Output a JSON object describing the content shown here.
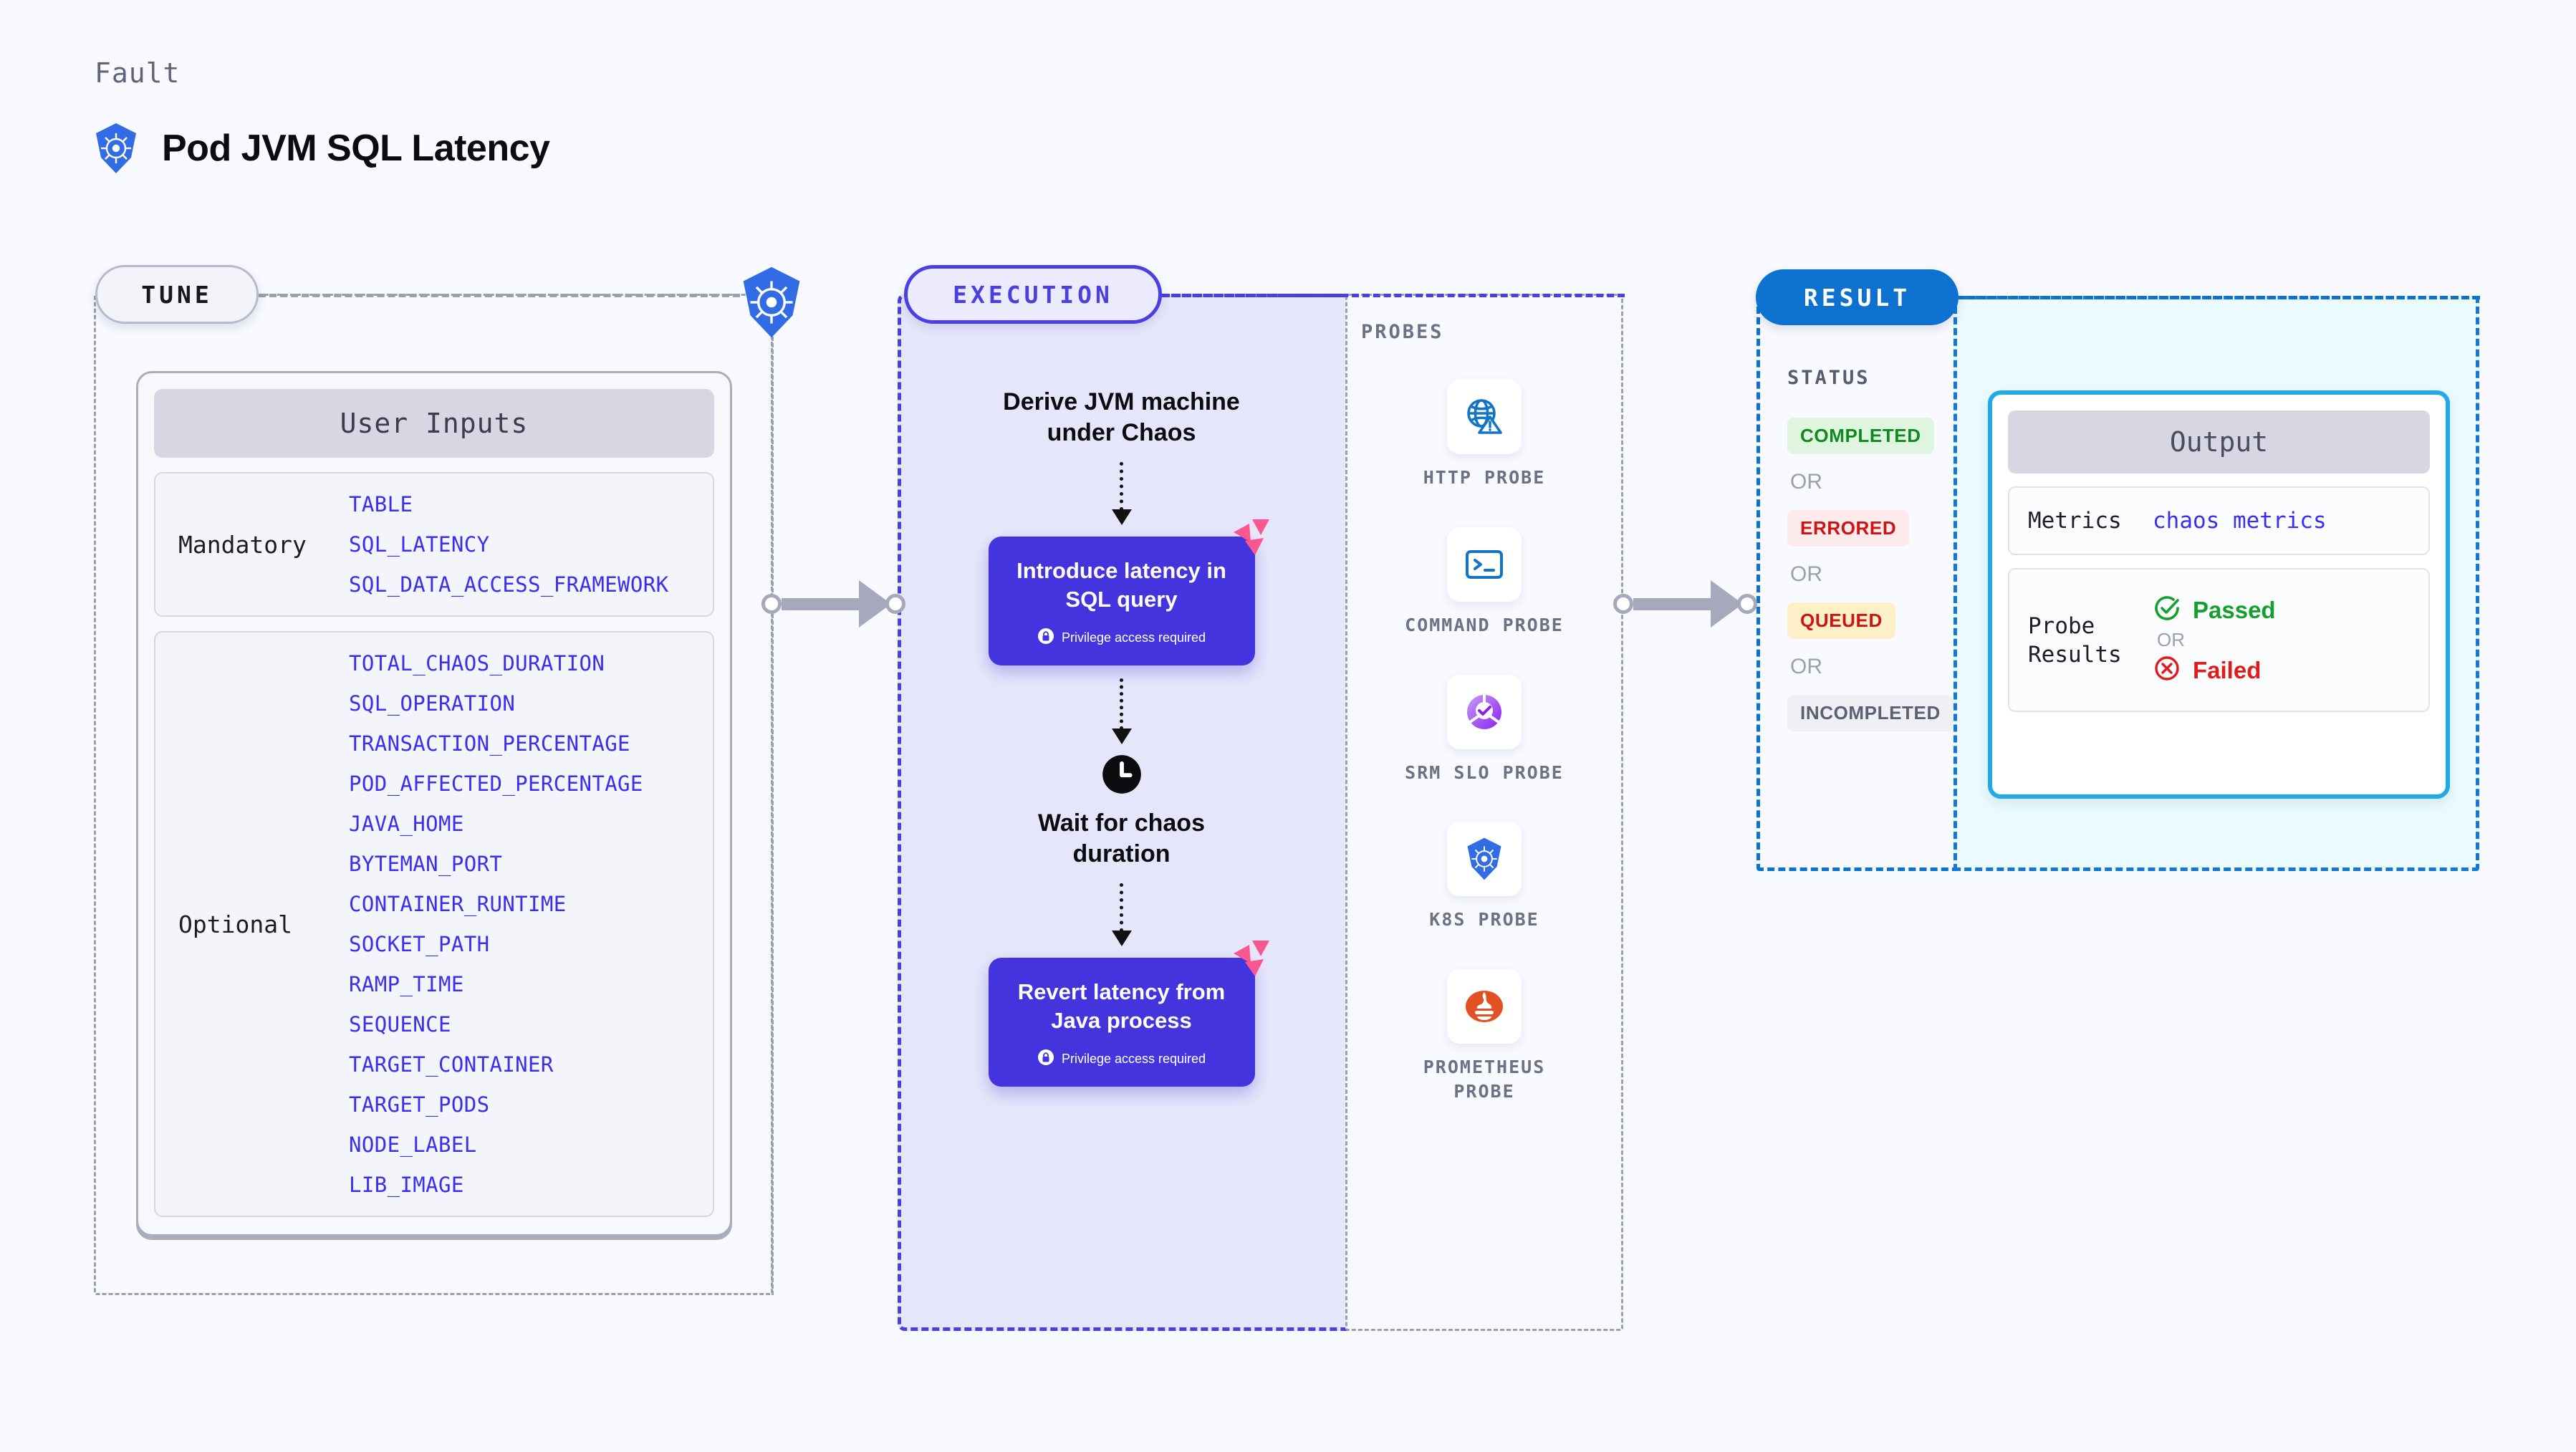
{
  "header": {
    "eyebrow": "Fault",
    "title": "Pod JVM SQL Latency",
    "icon": "kubernetes-icon"
  },
  "colors": {
    "page_bg": "#f8faff",
    "tune_border": "#9aa0b0",
    "execution_accent": "#4a3fe0",
    "execution_bg": "#e6e6fb",
    "result_accent": "#0d72cf",
    "output_accent": "#22a9e8",
    "output_bg": "#eafaff",
    "param_text": "#3a2ff0",
    "action_card": "#4334dd",
    "litmus_pink": "#f9578f",
    "arrow_gray": "#a6a9bc"
  },
  "tune": {
    "pill_label": "TUNE",
    "card_title": "User Inputs",
    "groups": [
      {
        "label": "Mandatory",
        "params": [
          "TABLE",
          "SQL_LATENCY",
          "SQL_DATA_ACCESS_FRAMEWORK"
        ]
      },
      {
        "label": "Optional",
        "params": [
          "TOTAL_CHAOS_DURATION",
          "SQL_OPERATION",
          "TRANSACTION_PERCENTAGE",
          "POD_AFFECTED_PERCENTAGE",
          "JAVA_HOME",
          "BYTEMAN_PORT",
          "CONTAINER_RUNTIME",
          "SOCKET_PATH",
          "RAMP_TIME",
          "SEQUENCE",
          "TARGET_CONTAINER",
          "TARGET_PODS",
          "NODE_LABEL",
          "LIB_IMAGE"
        ]
      }
    ]
  },
  "execution": {
    "pill_label": "EXECUTION",
    "steps": [
      {
        "kind": "text",
        "label": "Derive JVM machine\nunder Chaos"
      },
      {
        "kind": "action",
        "label": "Introduce latency in\nSQL query",
        "note": "Privilege access required",
        "badge": "litmus-icon"
      },
      {
        "kind": "wait",
        "icon": "clock-icon",
        "label": "Wait for chaos\nduration"
      },
      {
        "kind": "action",
        "label": "Revert latency from\nJava process",
        "note": "Privilege access required",
        "badge": "litmus-icon"
      }
    ]
  },
  "probes": {
    "title": "PROBES",
    "items": [
      {
        "label": "HTTP PROBE",
        "icon": "globe-warning-icon"
      },
      {
        "label": "COMMAND PROBE",
        "icon": "terminal-icon"
      },
      {
        "label": "SRM SLO PROBE",
        "icon": "slo-gauge-icon"
      },
      {
        "label": "K8S PROBE",
        "icon": "kubernetes-icon"
      },
      {
        "label": "PROMETHEUS PROBE",
        "icon": "prometheus-icon"
      }
    ]
  },
  "result": {
    "pill_label": "RESULT",
    "status_title": "STATUS",
    "or_label": "OR",
    "statuses": [
      {
        "label": "COMPLETED",
        "text_color": "#0f8a1f",
        "bg_color": "#dff5e0"
      },
      {
        "label": "ERRORED",
        "text_color": "#cc1414",
        "bg_color": "#fdeaea"
      },
      {
        "label": "QUEUED",
        "text_color": "#cc1414",
        "bg_color": "#fdf0c8"
      },
      {
        "label": "INCOMPLETED",
        "text_color": "#5c6070",
        "bg_color": "#eef0f5"
      }
    ]
  },
  "output": {
    "title": "Output",
    "metrics_key": "Metrics",
    "metrics_value": "chaos metrics",
    "probe_key": "Probe\nResults",
    "passed_label": "Passed",
    "failed_label": "Failed",
    "or_label": "OR"
  }
}
